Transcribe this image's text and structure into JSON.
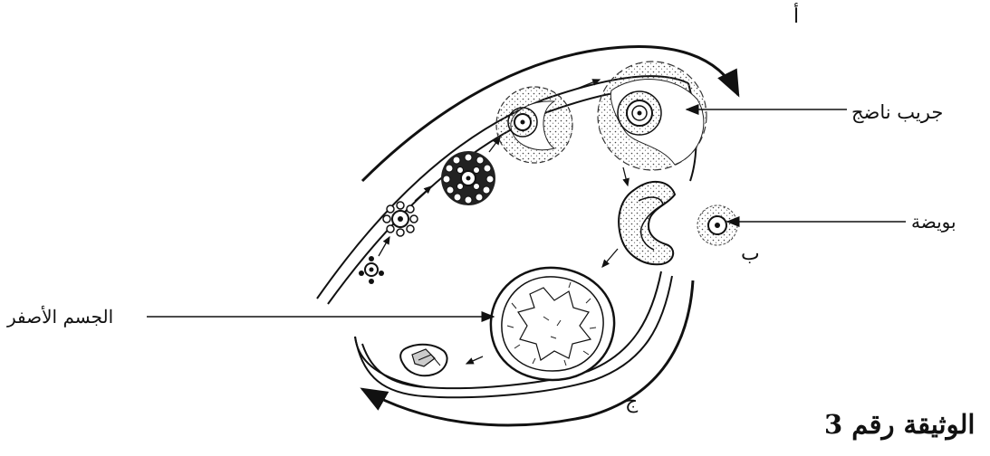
{
  "labels": {
    "mature_follicle": "جريب ناضج",
    "ovule": "بويضة",
    "corpus_luteum": "الجسم الأصفر",
    "letter_a": "أ",
    "letter_b": "ب",
    "letter_c": "ج"
  },
  "document_title": "الوثيقة رقم 3"
}
